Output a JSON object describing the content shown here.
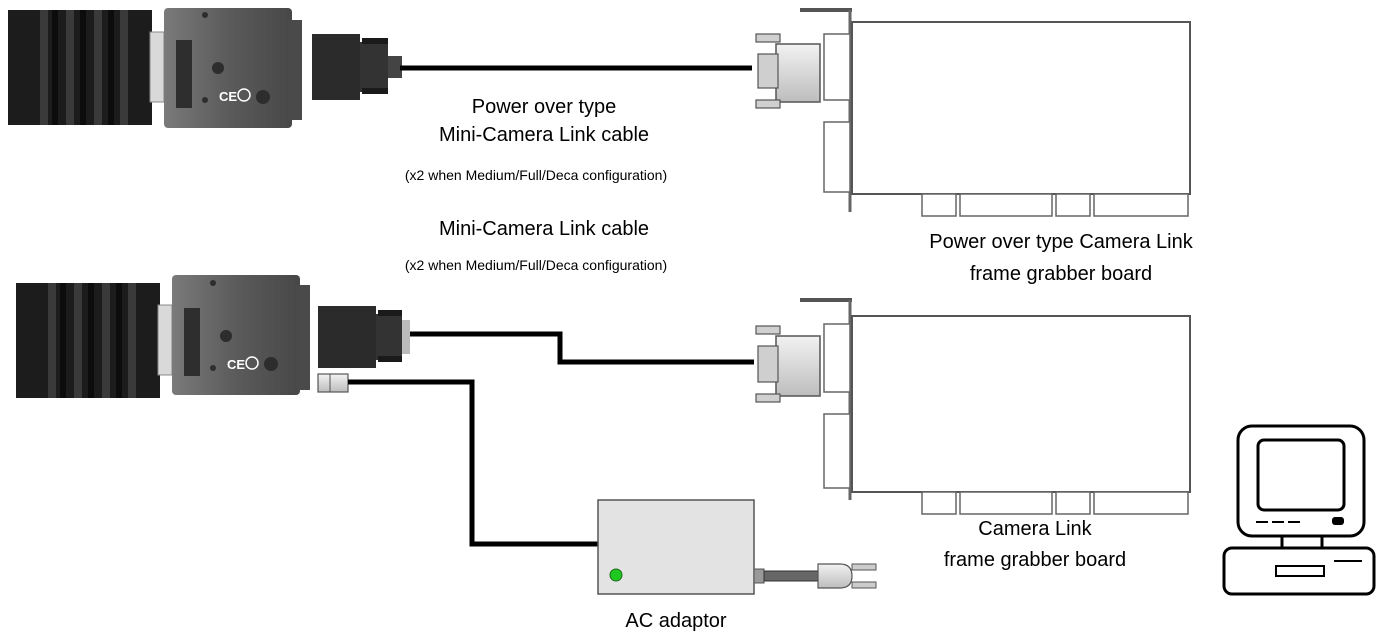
{
  "labels": {
    "power_cable_line1": "Power over type",
    "power_cable_line2": "Mini-Camera Link cable",
    "power_cable_note": "(x2 when Medium/Full/Deca configuration)",
    "mini_cable": "Mini-Camera Link cable",
    "mini_cable_note": "(x2 when Medium/Full/Deca configuration)",
    "pocl_board_line1": "Power over type Camera Link",
    "pocl_board_line2": "frame grabber board",
    "cl_board_line1": "Camera Link",
    "cl_board_line2": "frame grabber board",
    "ac_adaptor": "AC adaptor",
    "camera_marking": "CE"
  },
  "colors": {
    "camera_body": "#5f5f5f",
    "lens": "#1c1c1c",
    "connector": "#2b2b2b",
    "board_outline": "#555555",
    "adaptor_box": "#e3e3e3",
    "power_led": "#1fc81f"
  },
  "icons": {
    "camera": "industrial-camera-icon",
    "board": "pci-card-icon",
    "adaptor": "ac-adaptor-icon",
    "computer": "desktop-computer-icon"
  }
}
